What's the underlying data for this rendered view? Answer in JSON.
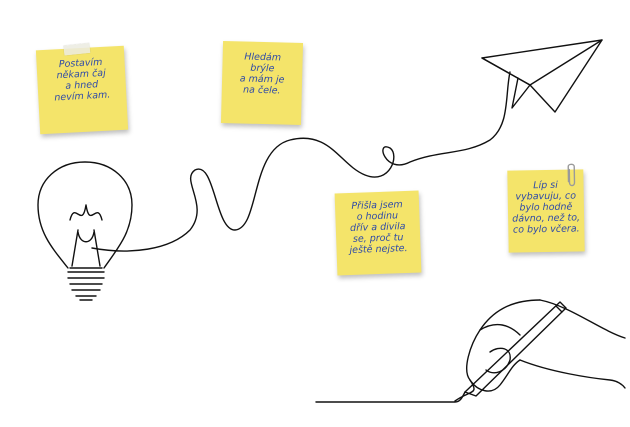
{
  "notes": [
    {
      "lines": [
        "Postavím",
        "někam čaj",
        "a hned",
        "nevím kam."
      ],
      "color": "#f4e46a"
    },
    {
      "lines": [
        "Hledám",
        "brýle",
        "a mám je",
        "na čele."
      ],
      "color": "#f4e46a"
    },
    {
      "lines": [
        "Přišla jsem",
        "o hodinu",
        "dřív a divila",
        "se, proč tu",
        "ještě nejste."
      ],
      "color": "#f4e46a"
    },
    {
      "lines": [
        "Líp si",
        "vybavuju, co",
        "bylo hodně",
        "dávno, než to,",
        "co bylo včera."
      ],
      "color": "#f4e46a"
    }
  ],
  "icons": {
    "bulb": "lightbulb-icon",
    "plane": "paper-plane-icon",
    "hand": "hand-writing-icon",
    "clip": "paperclip-icon",
    "tape": "tape-icon"
  },
  "colors": {
    "ink": "#111111",
    "note": "#f4e46a",
    "handwriting": "#2e4aa8"
  }
}
